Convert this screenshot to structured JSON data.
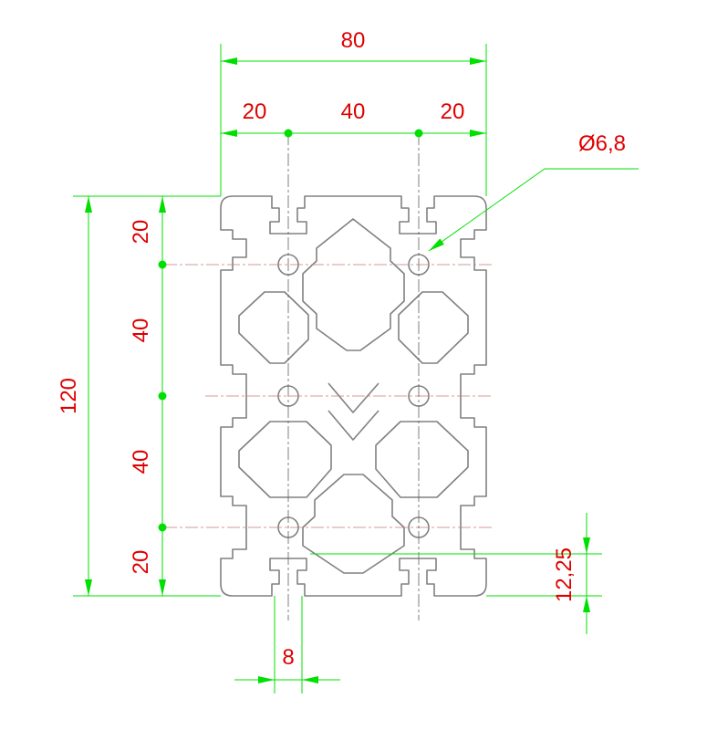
{
  "colors": {
    "dimension_text": "#e00000",
    "dimension_line": "#00e000",
    "profile": "#808080",
    "center_line": "#c87878"
  },
  "dimensions": {
    "overall_width": "80",
    "left_offset": "20",
    "hole_spacing_x": "40",
    "right_offset": "20",
    "hole_diameter": "Ø6,8",
    "overall_height": "120",
    "top_offset": "20",
    "hole_spacing_y_upper": "40",
    "hole_spacing_y_lower": "40",
    "bottom_offset": "20",
    "slot_depth": "12,25",
    "slot_width": "8"
  }
}
